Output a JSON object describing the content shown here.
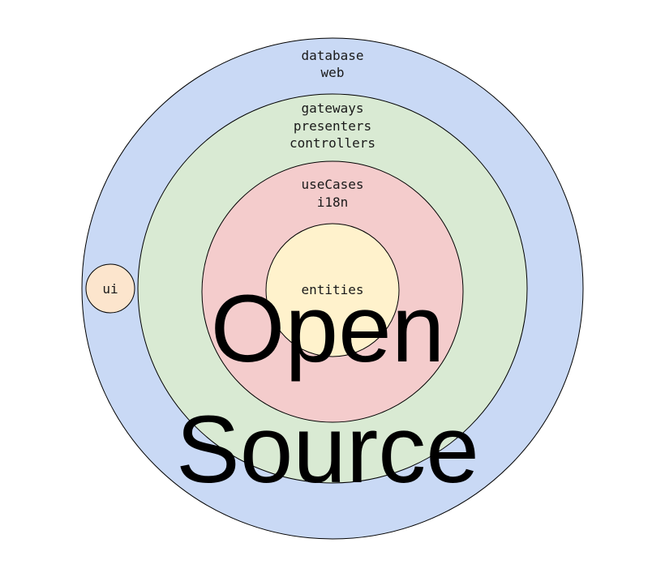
{
  "layers": {
    "outer": {
      "lines": [
        "database",
        "web"
      ],
      "color": "#c9d9f5"
    },
    "adapters": {
      "lines": [
        "gateways",
        "presenters",
        "controllers"
      ],
      "color": "#d9ead3"
    },
    "use_cases": {
      "lines": [
        "useCases",
        "i18n"
      ],
      "color": "#f4cccc"
    },
    "core": {
      "lines": [
        "entities"
      ],
      "color": "#fff2cc"
    }
  },
  "ui_node": {
    "label": "ui",
    "color": "#fce5cd"
  },
  "overlay": {
    "line1": "Open",
    "line2": "Source"
  },
  "stroke_color": "#000000"
}
